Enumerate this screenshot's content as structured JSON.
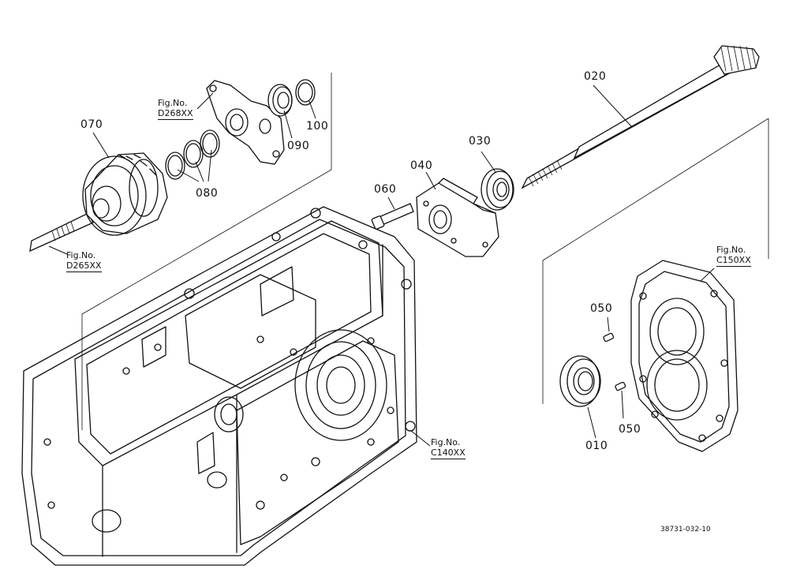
{
  "diagram": {
    "callouts": {
      "p010": "010",
      "p020": "020",
      "p030": "030",
      "p040": "040",
      "p050a": "050",
      "p050b": "050",
      "p060": "060",
      "p070": "070",
      "p080": "080",
      "p090": "090",
      "p100": "100"
    },
    "fig_refs": {
      "d268": {
        "prefix": "Fig.No.",
        "code": "D268XX"
      },
      "d265": {
        "prefix": "Fig.No.",
        "code": "D265XX"
      },
      "c150": {
        "prefix": "Fig.No.",
        "code": "C150XX"
      },
      "c140": {
        "prefix": "Fig.No.",
        "code": "C140XX"
      }
    },
    "drawing_number": "38731-032-10"
  }
}
